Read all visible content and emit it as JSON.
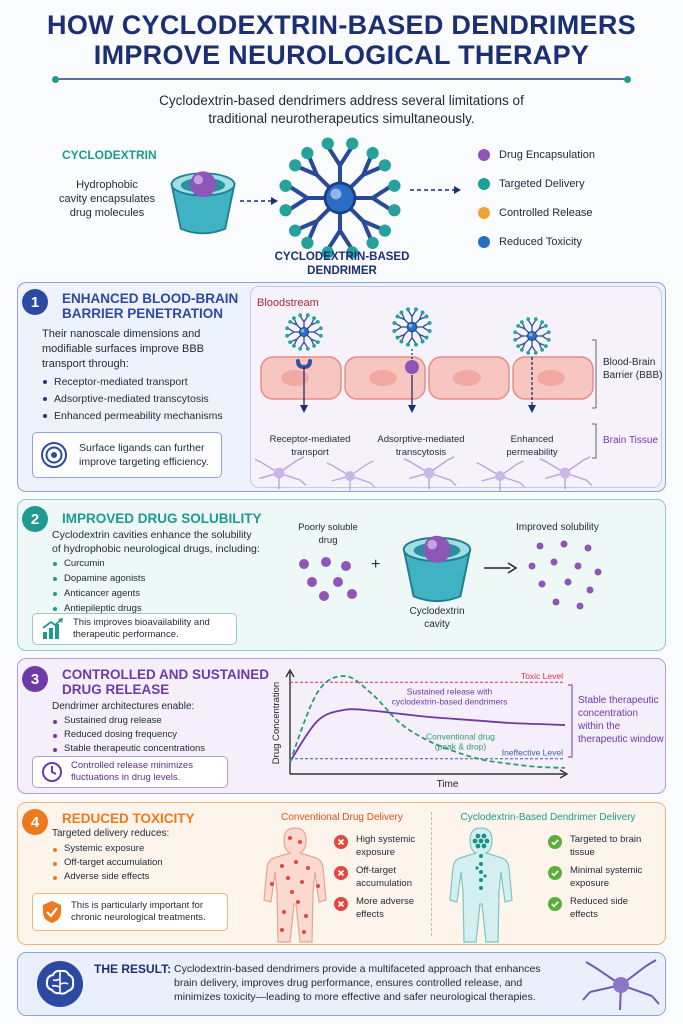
{
  "header": {
    "title_line1": "HOW CYCLODEXTRIN-BASED DENDRIMERS",
    "title_line2": "IMPROVE NEUROLOGICAL THERAPY",
    "subtitle_line1": "Cyclodextrin-based dendrimers address several limitations of",
    "subtitle_line2": "traditional neurotherapeutics simultaneously."
  },
  "intro": {
    "cyclodextrin_label": "CYCLODEXTRIN",
    "cyclodextrin_desc": [
      "Hydrophobic",
      "cavity encapsulates",
      "drug molecules"
    ],
    "dendrimer_label": [
      "CYCLODEXTRIN-BASED",
      "DENDRIMER"
    ],
    "legend": [
      {
        "label": "Drug Encapsulation",
        "color": "#8e56b8"
      },
      {
        "label": "Targeted Delivery",
        "color": "#1aa19a"
      },
      {
        "label": "Controlled Release",
        "color": "#f0a23a"
      },
      {
        "label": "Reduced Toxicity",
        "color": "#2b6cc4"
      }
    ]
  },
  "section1": {
    "number": "1",
    "title": [
      "ENHANCED BLOOD-BRAIN",
      "BARRIER PENETRATION"
    ],
    "desc": [
      "Their nanoscale dimensions and",
      "modifiable surfaces improve BBB",
      "transport through:"
    ],
    "bullets": [
      "Receptor-mediated transport",
      "Adsorptive-mediated transcytosis",
      "Enhanced permeability mechanisms"
    ],
    "callout": [
      "Surface ligands can further",
      "improve targeting efficiency."
    ],
    "bloodstream": "Bloodstream",
    "bbb_label": [
      "Blood-Brain",
      "Barrier (BBB)"
    ],
    "brain_tissue": "Brain Tissue",
    "mechanisms": [
      [
        "Receptor-mediated",
        "transport"
      ],
      [
        "Adsorptive-mediated",
        "transcytosis"
      ],
      [
        "Enhanced",
        "permeability"
      ]
    ]
  },
  "section2": {
    "number": "2",
    "title": "IMPROVED DRUG SOLUBILITY",
    "desc": [
      "Cyclodextrin cavities enhance the solubility",
      "of hydrophobic neurological drugs, including:"
    ],
    "bullets": [
      "Curcumin",
      "Dopamine agonists",
      "Anticancer agents",
      "Antiepileptic drugs"
    ],
    "callout": [
      "This improves bioavailability and",
      "therapeutic performance."
    ],
    "poor_label": [
      "Poorly soluble",
      "drug"
    ],
    "plus": "+",
    "cavity_label": [
      "Cyclodextrin",
      "cavity"
    ],
    "improved_label": "Improved solubility"
  },
  "section3": {
    "number": "3",
    "title": [
      "CONTROLLED AND SUSTAINED",
      "DRUG RELEASE"
    ],
    "desc": "Dendrimer architectures enable:",
    "bullets": [
      "Sustained drug release",
      "Reduced dosing frequency",
      "Stable therapeutic concentrations"
    ],
    "callout": [
      "Controlled release minimizes",
      "fluctuations in drug levels."
    ],
    "side_note": [
      "Stable therapeutic",
      "concentration",
      "within the",
      "therapeutic window"
    ]
  },
  "chart_data": {
    "type": "line",
    "xlabel": "Time",
    "ylabel": "Drug Concentration",
    "x": [
      0,
      1,
      2,
      3,
      4,
      5,
      6,
      7,
      8,
      9,
      10
    ],
    "xlim": [
      0,
      10
    ],
    "ylim": [
      0,
      100
    ],
    "reference_lines": [
      {
        "label": "Toxic Level",
        "y": 90,
        "color": "#dc3545"
      },
      {
        "label": "Ineffective Level",
        "y": 15,
        "color": "#3b5fa8"
      }
    ],
    "series": [
      {
        "name": [
          "Sustained release with",
          "cyclodextrin-based dendrimers"
        ],
        "values": [
          12,
          52,
          63,
          62,
          59,
          56,
          54,
          52,
          50,
          49,
          48
        ],
        "color": "#6f3aa5",
        "style": "solid"
      },
      {
        "name": [
          "Conventional drug",
          "(peak & drop)"
        ],
        "values": [
          12,
          80,
          96,
          78,
          50,
          33,
          22,
          14,
          10,
          7,
          6
        ],
        "color": "#2e9a6e",
        "style": "dashed"
      }
    ]
  },
  "section4": {
    "number": "4",
    "title": "REDUCED TOXICITY",
    "desc": "Targeted delivery reduces:",
    "bullets": [
      "Systemic exposure",
      "Off-target accumulation",
      "Adverse side effects"
    ],
    "callout": [
      "This is particularly important for",
      "chronic neurological treatments."
    ],
    "conventional_title": "Conventional Drug Delivery",
    "conventional_items": [
      [
        "High systemic",
        "exposure"
      ],
      [
        "Off-target",
        "accumulation"
      ],
      [
        "More adverse",
        "effects"
      ]
    ],
    "dendrimer_title": "Cyclodextrin-Based Dendrimer Delivery",
    "dendrimer_items": [
      [
        "Targeted to brain",
        "tissue"
      ],
      [
        "Minimal systemic",
        "exposure"
      ],
      [
        "Reduced side",
        "effects"
      ]
    ]
  },
  "result": {
    "label": "THE RESULT:",
    "lines": [
      "Cyclodextrin-based dendrimers provide a multifaceted approach that enhances",
      "brain delivery, improves drug performance, ensures controlled release, and",
      "minimizes toxicity—leading to more effective and safer neurological therapies."
    ]
  },
  "colors": {
    "navy": "#1c2f72",
    "blue_panel": "#2c4aa3",
    "teal_panel": "#1f9a8f",
    "purple_panel": "#6e3aa8",
    "orange_panel": "#ec7a1f"
  }
}
